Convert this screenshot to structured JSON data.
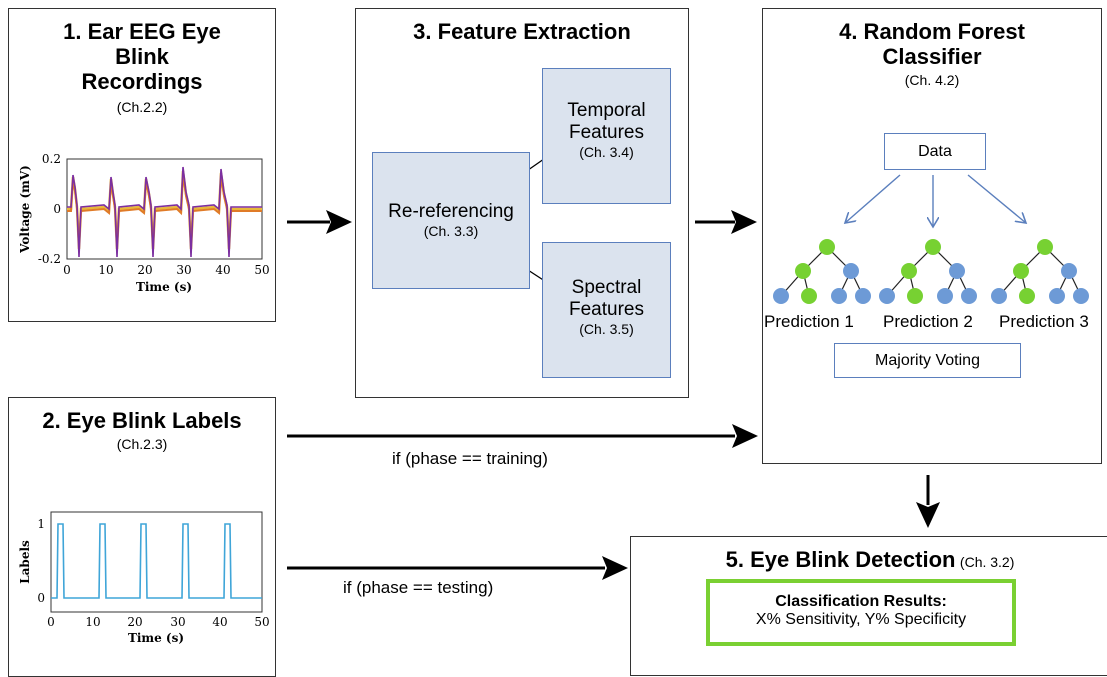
{
  "colors": {
    "box_border": "#333333",
    "blue_fill": "#dbe3ee",
    "blue_border": "#5b7fbd",
    "tree_node_blue": "#6d9ad6",
    "tree_node_green": "#77d132",
    "result_border": "#7ad032",
    "eeg_orange": "#e07b28",
    "eeg_purple": "#7c2fa0",
    "eeg_yellow": "#e8b83a",
    "label_line": "#3fa5d8"
  },
  "step1": {
    "title_line1": "1. Ear EEG Eye",
    "title_line2": "Blink",
    "title_line3": "Recordings",
    "ref": "(Ch.2.2)",
    "plot": {
      "ylabel": "Voltage (mV)",
      "xlabel": "Time (s)",
      "yticks": [
        "0.2",
        "0",
        "-0.2"
      ],
      "xticks": [
        "0",
        "10",
        "20",
        "30",
        "40",
        "50"
      ]
    }
  },
  "step2": {
    "title": "2. Eye Blink Labels",
    "ref": "(Ch.2.3)",
    "plot": {
      "ylabel": "Labels",
      "xlabel": "Time (s)",
      "yticks": [
        "1",
        "0"
      ],
      "xticks": [
        "0",
        "10",
        "20",
        "30",
        "40",
        "50"
      ]
    }
  },
  "step3": {
    "title": "3. Feature Extraction",
    "reref_label": "Re-referencing",
    "reref_ref": "(Ch. 3.3)",
    "temporal_line1": "Temporal",
    "temporal_line2": "Features",
    "temporal_ref": "(Ch. 3.4)",
    "spectral_line1": "Spectral",
    "spectral_line2": "Features",
    "spectral_ref": "(Ch. 3.5)"
  },
  "step4": {
    "title_line1": "4. Random Forest",
    "title_line2": "Classifier",
    "ref": "(Ch. 4.2)",
    "data_label": "Data",
    "predictions": [
      "Prediction 1",
      "Prediction 2",
      "Prediction 3"
    ],
    "majority_label": "Majority Voting"
  },
  "step5": {
    "title": "5. Eye Blink Detection",
    "ref": "(Ch. 3.2)",
    "results_title": "Classification Results:",
    "results_text": "X% Sensitivity, Y% Specificity"
  },
  "edges": {
    "training": "if (phase == training)",
    "testing": "if (phase == testing)"
  }
}
